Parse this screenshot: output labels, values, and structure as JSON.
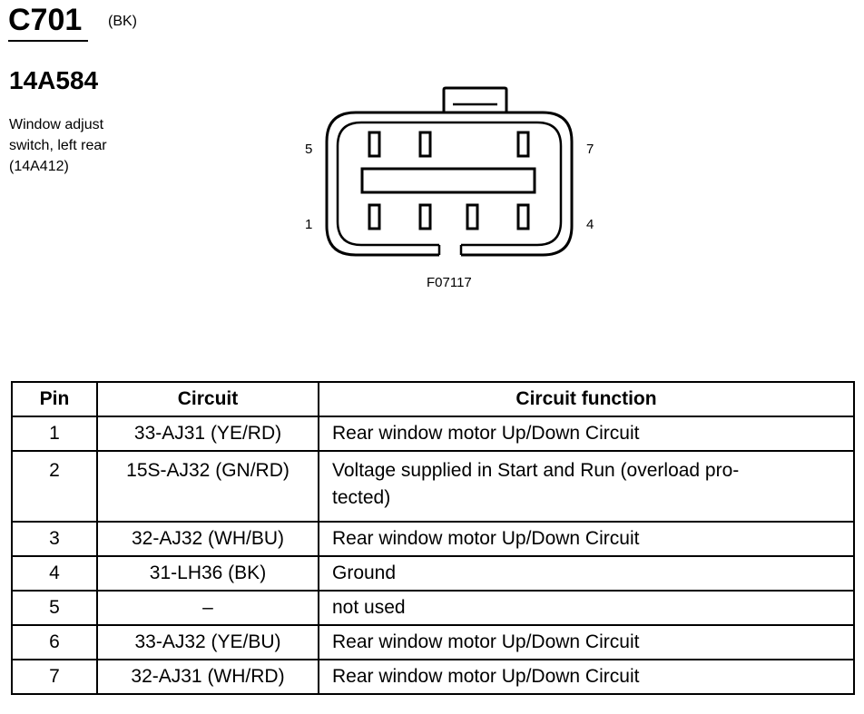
{
  "header": {
    "connector_id": "C701",
    "connector_color": "(BK)",
    "part_number": "14A584",
    "description": [
      "Window adjust",
      "switch, left rear",
      "(14A412)"
    ]
  },
  "figure": {
    "pin_labels": {
      "top_left": "5",
      "top_right": "7",
      "bottom_left": "1",
      "bottom_right": "4"
    },
    "figure_id": "F07117"
  },
  "table": {
    "headers": [
      "Pin",
      "Circuit",
      "Circuit function"
    ],
    "rows": [
      {
        "pin": "1",
        "circuit": "33-AJ31 (YE/RD)",
        "function": "Rear window motor Up/Down Circuit"
      },
      {
        "pin": "2",
        "circuit": "15S-AJ32 (GN/RD)",
        "function": "Voltage supplied in Start and Run (overload pro-",
        "function_line2": "tected)"
      },
      {
        "pin": "3",
        "circuit": "32-AJ32 (WH/BU)",
        "function": "Rear window motor Up/Down Circuit"
      },
      {
        "pin": "4",
        "circuit": "31-LH36 (BK)",
        "function": "Ground"
      },
      {
        "pin": "5",
        "circuit": "–",
        "function": "not used"
      },
      {
        "pin": "6",
        "circuit": "33-AJ32 (YE/BU)",
        "function": "Rear window motor Up/Down Circuit"
      },
      {
        "pin": "7",
        "circuit": "32-AJ31 (WH/RD)",
        "function": "Rear window motor Up/Down Circuit"
      }
    ]
  }
}
